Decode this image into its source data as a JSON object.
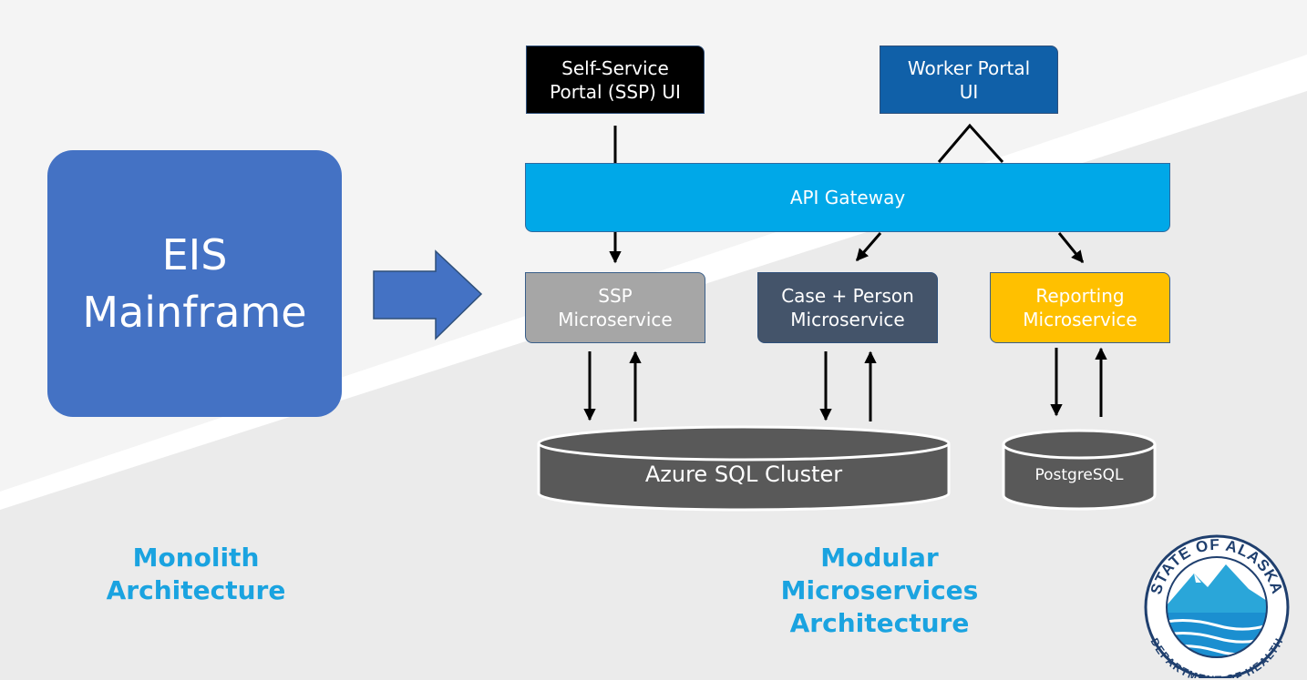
{
  "colors": {
    "mainframe": "#4472c4",
    "ssp_ui": "#000000",
    "worker_ui": "#1060a8",
    "gateway": "#00a8e8",
    "ssp_service": "#a6a6a6",
    "case_service": "#44546a",
    "reporting_service": "#ffc000",
    "database": "#595959",
    "caption": "#1aa3e0"
  },
  "monolith": {
    "box_label": "EIS\nMainframe",
    "caption": "Monolith\nArchitecture"
  },
  "microservices": {
    "ssp_ui": "Self-Service\nPortal (SSP) UI",
    "worker_ui": "Worker Portal\nUI",
    "gateway": "API Gateway",
    "ssp_service": "SSP\nMicroservice",
    "case_service": "Case + Person\nMicroservice",
    "reporting_service": "Reporting\nMicroservice",
    "azure_db": "Azure SQL Cluster",
    "postgres_db": "PostgreSQL",
    "caption": "Modular\nMicroservices\nArchitecture"
  },
  "logo": {
    "top_text": "STATE OF ALASKA",
    "bottom_text": "DEPARTMENT OF HEALTH"
  }
}
